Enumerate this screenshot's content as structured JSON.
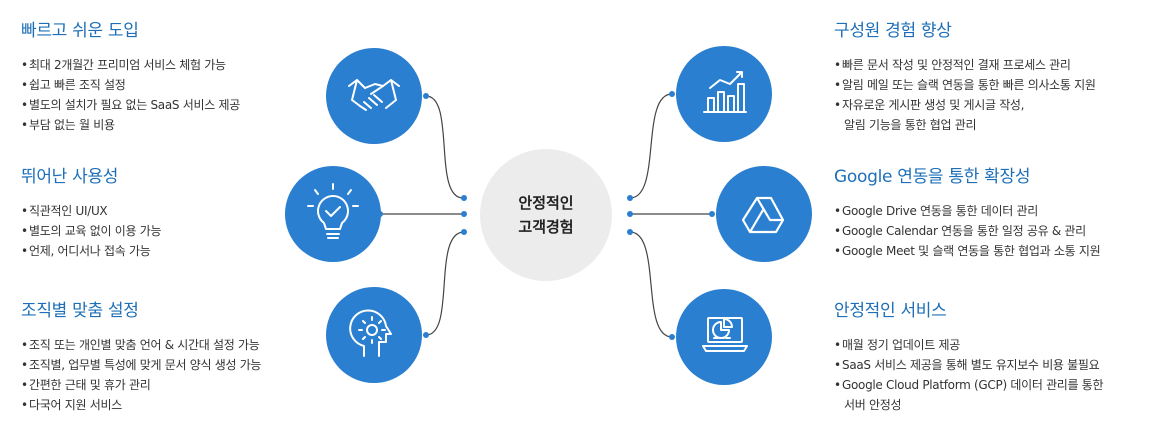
{
  "left": [
    {
      "title": "빠르고 쉬운 도입",
      "icon": "handshake-icon",
      "items": [
        [
          "최대 2개월간 프리미엄 서비스 체험 가능"
        ],
        [
          "쉽고 빠른 조직 설정"
        ],
        [
          "별도의 설치가 필요 없는 SaaS 서비스 제공"
        ],
        [
          "부담 없는 월 비용"
        ]
      ]
    },
    {
      "title": "뛰어난 사용성",
      "icon": "lightbulb-icon",
      "items": [
        [
          "직관적인 UI/UX"
        ],
        [
          "별도의 교육 없이 이용 가능"
        ],
        [
          "언제, 어디서나 접속 가능"
        ]
      ]
    },
    {
      "title": "조직별 맞춤 설정",
      "icon": "head-gear-icon",
      "items": [
        [
          "조직 또는 개인별 맞춤 언어 & 시간대 설정 가능"
        ],
        [
          "조직별, 업무별 특성에 맞게 문서 양식 생성 가능"
        ],
        [
          "간편한 근태 및 휴가 관리"
        ],
        [
          "다국어 지원 서비스"
        ]
      ]
    }
  ],
  "right": [
    {
      "title": "구성원 경험 향상",
      "icon": "growth-chart-icon",
      "items": [
        [
          "빠른 문서 작성 및 안정적인 결재 프로세스 관리"
        ],
        [
          "알림 메일 또는 슬랙 연동을 통한 빠른 의사소통 지원"
        ],
        [
          "자유로운 게시판 생성 및 게시글 작성,",
          "알림 기능을 통한 협업 관리"
        ]
      ]
    },
    {
      "title": "Google 연동을 통한 확장성",
      "icon": "google-drive-icon",
      "items": [
        [
          "Google Drive 연동을 통한 데이터 관리"
        ],
        [
          "Google Calendar 연동을 통한 일정 공유 & 관리"
        ],
        [
          "Google Meet 및 슬랙 연동을 통한 협업과 소통 지원"
        ]
      ]
    },
    {
      "title": "안정적인 서비스",
      "icon": "laptop-chart-icon",
      "items": [
        [
          "매월 정기 업데이트 제공"
        ],
        [
          "SaaS 서비스 제공을 통해 별도 유지보수 비용 불필요"
        ],
        [
          "Google Cloud Platform (GCP) 데이터 관리를 통한",
          "서버 안정성"
        ]
      ]
    }
  ],
  "center": {
    "line1": "안정적인",
    "line2": "고객경험"
  },
  "colors": {
    "accent": "#2a7fd0",
    "title": "#1e6fb8",
    "center_fill": "#ececec",
    "line": "#444444"
  }
}
